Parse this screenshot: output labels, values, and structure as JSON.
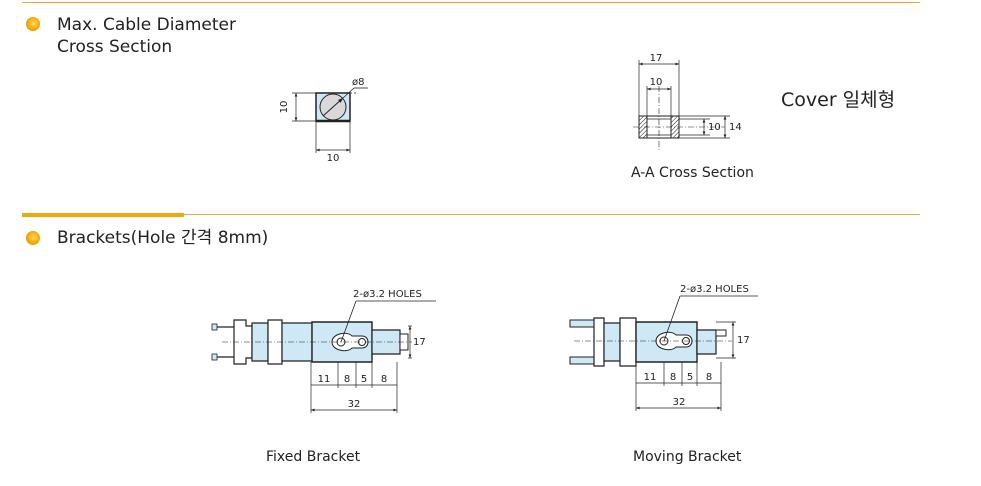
{
  "section1": {
    "title_line1": "Max. Cable Diameter",
    "title_line2": "Cross Section"
  },
  "section2": {
    "title": "Brackets(Hole 간격 8mm)"
  },
  "cable_cross_section": {
    "height_dim": "10",
    "width_dim": "10",
    "diameter_label": "ø8"
  },
  "aa_section": {
    "caption": "A-A Cross Section",
    "outer_width_dim": "17",
    "inner_width_dim": "10",
    "inner_height_dim": "10",
    "outer_height_dim": "14"
  },
  "cover_label": "Cover 일체형",
  "fixed_bracket": {
    "caption": "Fixed Bracket",
    "holes_label": "2-ø3.2 HOLES",
    "height_dim": "17",
    "dims": [
      "11",
      "8",
      "5",
      "8"
    ],
    "total_dim": "32"
  },
  "moving_bracket": {
    "caption": "Moving Bracket",
    "holes_label": "2-ø3.2 HOLES",
    "height_dim": "17",
    "dims": [
      "11",
      "8",
      "5",
      "8"
    ],
    "total_dim": "32"
  },
  "colors": {
    "accent": "#f2a900",
    "rule": "#e8b021",
    "bracket_fill": "#cfe8f6"
  }
}
